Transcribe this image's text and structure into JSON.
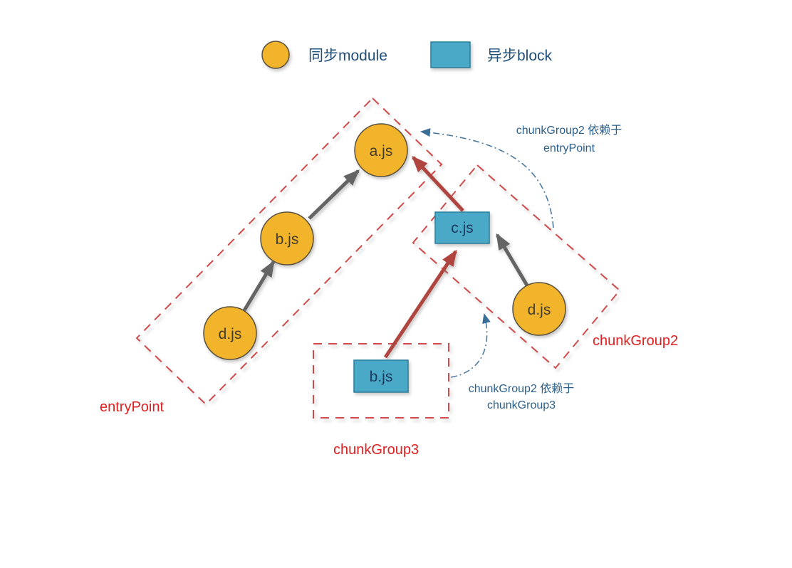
{
  "legend": {
    "sync_label": "同步module",
    "async_label": "异步block"
  },
  "nodes": {
    "a": "a.js",
    "b_entry": "b.js",
    "d_entry": "d.js",
    "c": "c.js",
    "d_cg2": "d.js",
    "b_cg3": "b.js"
  },
  "groups": {
    "entry_point": "entryPoint",
    "chunk_group2": "chunkGroup2",
    "chunk_group3": "chunkGroup3"
  },
  "annotations": {
    "dep_entry": {
      "line1": "chunkGroup2 依赖于",
      "line2": "entryPoint"
    },
    "dep_cg3": {
      "line1": "chunkGroup2 依赖于",
      "line2": "chunkGroup3"
    }
  },
  "colors": {
    "module_fill": "#f2b42a",
    "block_fill": "#4aa9c6",
    "group_border_red": "#cf4a4a",
    "group_label_red": "#e02020",
    "legend_text_blue": "#1f4e79",
    "annotation_blue": "#2b5f8a",
    "arrow_gray": "#646464",
    "arrow_red": "#b0453f",
    "dependency_line_blue": "#4e7ca1"
  }
}
